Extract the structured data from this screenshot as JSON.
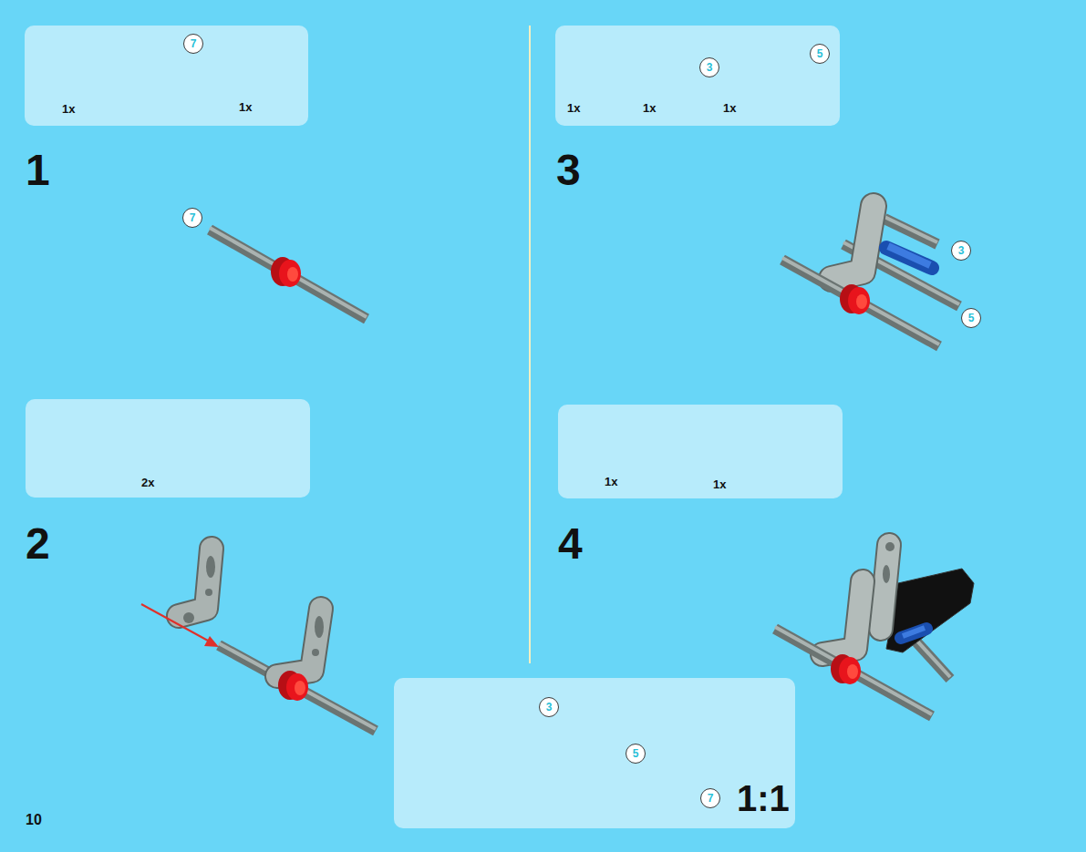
{
  "diagram": {
    "nodes": [
      {
        "text": [
          "1x",
          "1x"
        ]
      },
      {
        "text": [
          "7"
        ],
        "in": 0
      },
      {
        "text": [
          "1x",
          "1x",
          "1x"
        ]
      },
      {
        "text": [
          "3"
        ],
        "in": 2
      },
      {
        "text": [
          "5"
        ],
        "in": 2
      },
      {
        "text": [
          "7"
        ]
      },
      {
        "text": [
          "2x"
        ]
      },
      {
        "text": [
          "1x",
          "1x"
        ]
      },
      {
        "text": [
          "3"
        ]
      },
      {
        "text": [
          "5"
        ]
      },
      {
        "text": [
          "1:1"
        ]
      },
      {
        "text": [
          "3"
        ],
        "in": 10
      },
      {
        "text": [
          "5"
        ],
        "in": 10
      },
      {
        "text": [
          "7"
        ],
        "in": 10
      }
    ],
    "labels": [
      "1",
      "2",
      "3",
      "4",
      "10"
    ]
  }
}
